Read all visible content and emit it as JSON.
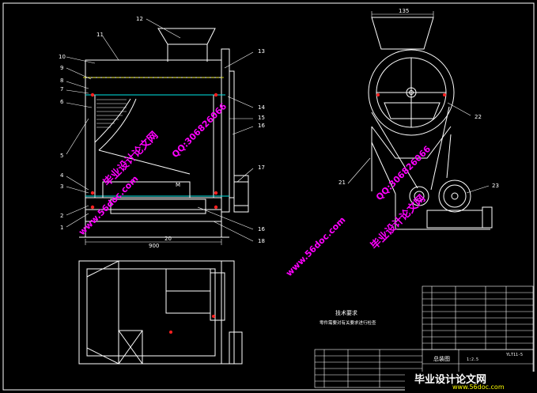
{
  "drawing": {
    "part_labels_front": [
      "12",
      "11",
      "10",
      "9",
      "8",
      "7",
      "6",
      "5",
      "4",
      "3",
      "2",
      "1",
      "13",
      "14",
      "15",
      "16",
      "17",
      "16",
      "18",
      "20"
    ],
    "part_labels_side": [
      "22",
      "21",
      "23"
    ],
    "dimension_top": "135",
    "dimension_bottom": "900",
    "motor_label": "M"
  },
  "notes": {
    "title": "技术要求",
    "line1": "零件需要对有关要求进行检查",
    "line2": ""
  },
  "title_block": {
    "drawing_name": "总装图",
    "scale": "1:2.5",
    "code": "YLT11-5"
  },
  "watermarks": {
    "brand_cn": "毕业设计论文网",
    "qq": "QQ:306826066",
    "site": "www.56doc.com"
  },
  "colors": {
    "line_white": "#ffffff",
    "line_cyan": "#00e6e6",
    "line_yellow": "#ffff00",
    "line_red": "#ff2020",
    "watermark_magenta": "#ff00ff"
  }
}
